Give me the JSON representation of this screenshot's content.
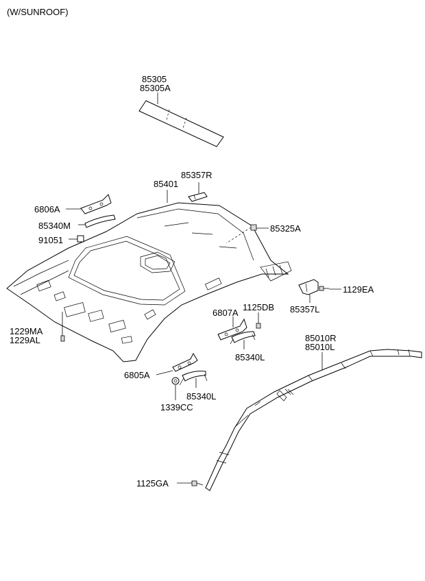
{
  "header": {
    "note": "(W/SUNROOF)"
  },
  "labels": {
    "p85305": "85305",
    "p85305a": "85305A",
    "p85401": "85401",
    "p85357r": "85357R",
    "p6806a": "6806A",
    "p85340m": "85340M",
    "p91051": "91051",
    "p85325a": "85325A",
    "p1129ea": "1129EA",
    "p85357l": "85357L",
    "p1125db": "1125DB",
    "p6807a": "6807A",
    "p85340l_a": "85340L",
    "p1229ma": "1229MA",
    "p1229al": "1229AL",
    "p85010r": "85010R",
    "p85010l": "85010L",
    "p6805a": "6805A",
    "p85340l_b": "85340L",
    "p1339cc": "1339CC",
    "p1125ga": "1125GA"
  }
}
